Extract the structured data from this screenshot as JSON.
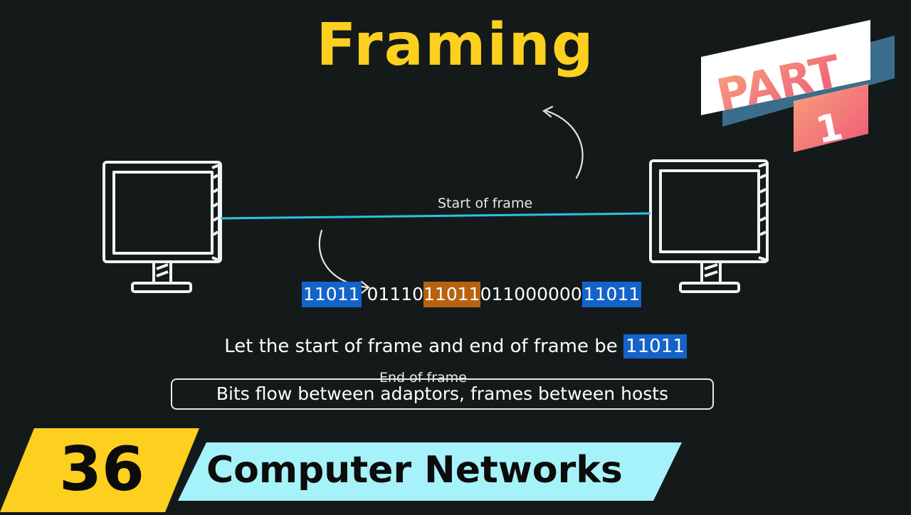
{
  "title": "Framing",
  "badge": {
    "line1": "PART",
    "line2": "1"
  },
  "diagram": {
    "bits": {
      "flag_start": "11011",
      "data_a": "01110",
      "stuffed": "11011",
      "data_b": "011000000",
      "flag_end": "11011"
    },
    "start_label": "Start of frame",
    "end_label": "End of frame"
  },
  "caption": {
    "text": "Let the start of frame and end of frame be ",
    "code": "11011"
  },
  "note": "Bits flow between adaptors, frames between hosts",
  "banner": {
    "episode": "36",
    "series": "Computer Networks"
  },
  "colors": {
    "title": "#fdd01f",
    "flag_highlight": "#1463c9",
    "stuffed_highlight": "#b7620f",
    "link_line": "#29c4e0",
    "banner_yellow": "#fdd01f",
    "banner_cyan": "#a6f2fb"
  }
}
